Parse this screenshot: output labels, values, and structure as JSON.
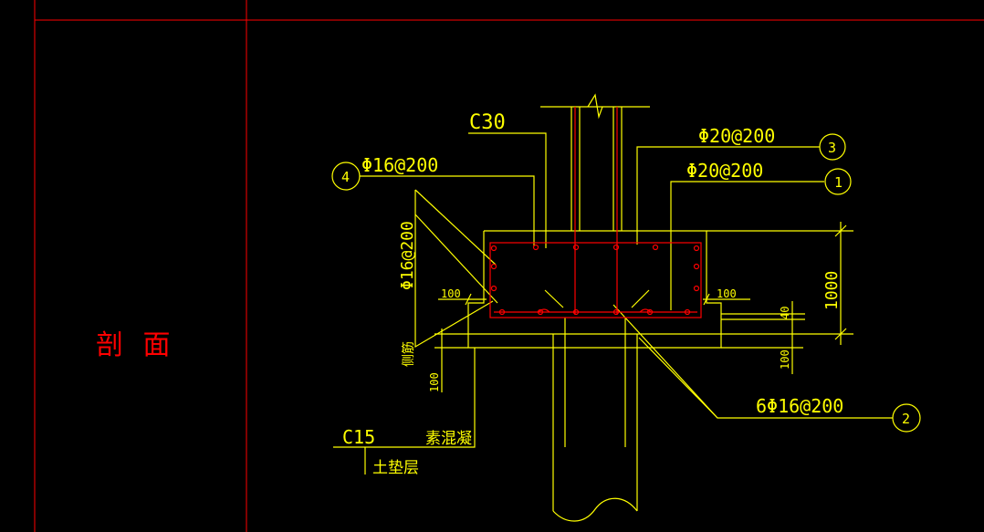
{
  "sheet": {
    "section_label": "剖 面"
  },
  "labels": {
    "concrete_grade": "C30",
    "rebar_top_left": "Φ16@200",
    "rebar_vertical_left": "Φ16@200",
    "rebar_3": "Φ20@200",
    "rebar_1": "Φ20@200",
    "rebar_2": "6Φ16@200",
    "bubble_1": "1",
    "bubble_2": "2",
    "bubble_3": "3",
    "bubble_4": "4",
    "dim_height": "1000",
    "dim_left_cover": "100",
    "dim_right_cover": "100",
    "dim_cushion_left": "100",
    "dim_cushion_right": "100",
    "dim_cover_small": "40",
    "side_rebar_note": "侧筋",
    "cushion_grade": "C15",
    "cushion_material": "素混凝",
    "cushion_layer": "土垫层"
  },
  "colors": {
    "background": "#000000",
    "frame": "#ff0000",
    "linework": "#ffff00",
    "rebar": "#ff0000"
  }
}
